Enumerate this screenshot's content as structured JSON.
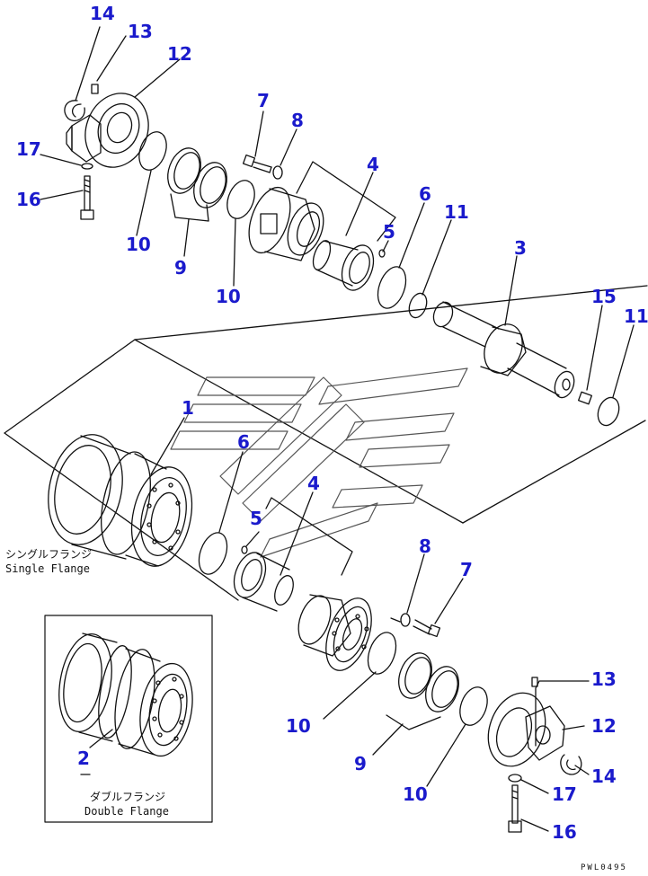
{
  "callouts": {
    "c14a": "14",
    "c13a": "13",
    "c12a": "12",
    "c17a": "17",
    "c16a": "16",
    "c10a": "10",
    "c9a": "9",
    "c10b": "10",
    "c7a": "7",
    "c8a": "8",
    "c4a": "4",
    "c5a": "5",
    "c6a": "6",
    "c11a": "11",
    "c3": "3",
    "c15": "15",
    "c11b": "11",
    "c1": "1",
    "c6b": "6",
    "c4b": "4",
    "c5b": "5",
    "c8b": "8",
    "c7b": "7",
    "c10c": "10",
    "c9b": "9",
    "c10d": "10",
    "c13b": "13",
    "c12b": "12",
    "c14b": "14",
    "c17b": "17",
    "c16b": "16",
    "c2": "2"
  },
  "captions": {
    "single_jp": "シングルフランジ",
    "single_en": "Single Flange",
    "double_jp": "ダブルフランジ",
    "double_en": "Double Flange"
  },
  "drawing_code": "PWL0495",
  "colors": {
    "callout": "#1a1acc",
    "line": "#111111",
    "background": "#ffffff"
  }
}
